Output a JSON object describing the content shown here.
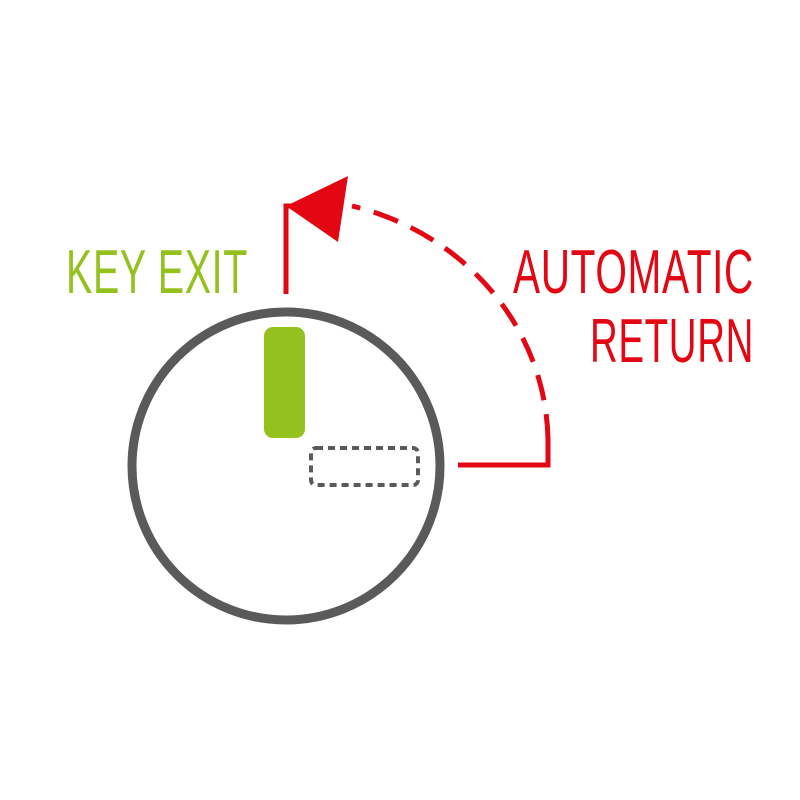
{
  "labels": {
    "key_exit": "KEY EXIT",
    "automatic_return_line1": "AUTOMATIC",
    "automatic_return_line2": "RETURN"
  },
  "colors": {
    "background": "#ffffff",
    "lock_ring": "#5a5a5a",
    "key_slot": "#95c11f",
    "return_path": "#e30613",
    "dashed_slot": "#5a5a5a"
  },
  "icons": {
    "lock_cylinder": "circle-lock-icon",
    "key_exit_slot": "vertical-slot-icon",
    "key_turned_slot": "dashed-horizontal-slot-icon",
    "return_arrow": "curved-dashed-arrow-icon"
  }
}
